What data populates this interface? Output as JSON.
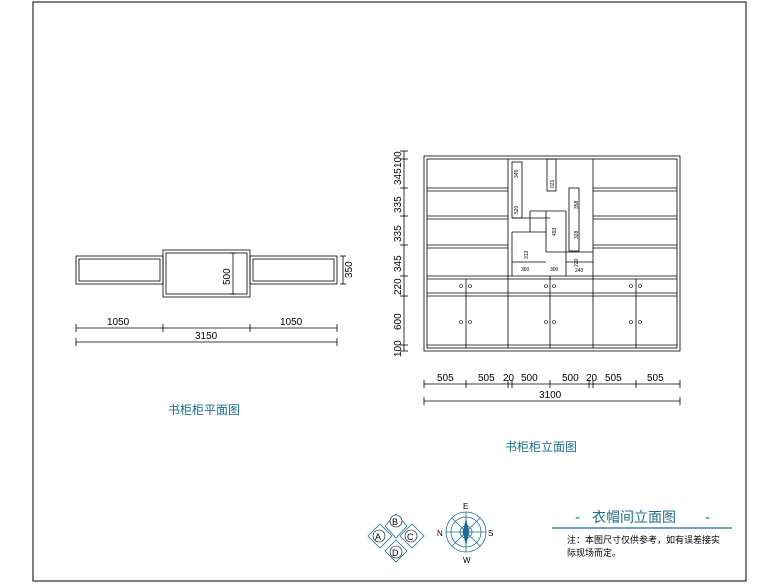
{
  "plan": {
    "caption": "书柜柜平面图",
    "dims": {
      "depth_center": "500",
      "depth_side": "350",
      "left": "1050",
      "right": "1050",
      "total": "3150"
    }
  },
  "elevation": {
    "caption": "书柜柜立面图",
    "left_dims": [
      "100",
      "600",
      "220",
      "345",
      "335",
      "335",
      "345",
      "100"
    ],
    "bottom_dims": [
      "505",
      "505",
      "20",
      "500",
      "500",
      "20",
      "505",
      "505"
    ],
    "total": "3100",
    "inner_dims": [
      "345",
      "520",
      "313",
      "360",
      "021",
      "493",
      "300",
      "358",
      "328",
      "220",
      "240"
    ]
  },
  "compass": {
    "directions": {
      "n": "N",
      "s": "S",
      "e": "E",
      "w": "W"
    },
    "markers": {
      "a": "A",
      "b": "B",
      "c": "C",
      "d": "D"
    }
  },
  "title_block": {
    "title": "衣帽间立面图",
    "note_line1": "注：本图尺寸仅供参考，如有误差接实",
    "note_line2": "际现场而定。"
  }
}
